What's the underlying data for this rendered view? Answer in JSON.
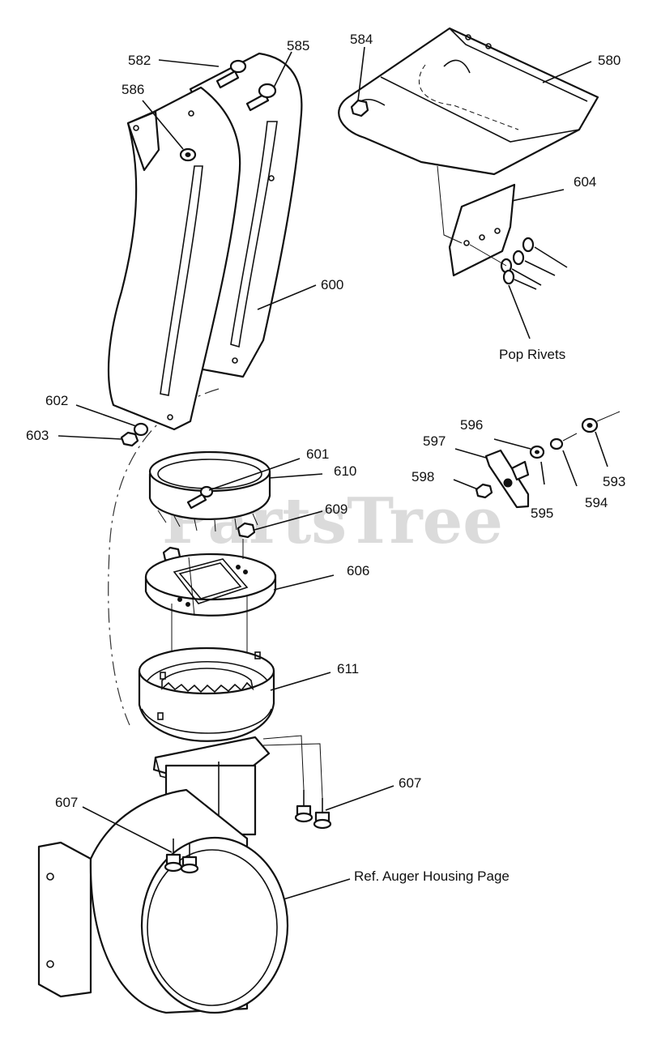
{
  "watermark": "PartsTree",
  "labels": {
    "p580": "580",
    "p582": "582",
    "p584": "584",
    "p585": "585",
    "p586": "586",
    "p593": "593",
    "p594": "594",
    "p595": "595",
    "p596": "596",
    "p597": "597",
    "p598": "598",
    "p600": "600",
    "p601": "601",
    "p602": "602",
    "p603": "603",
    "p604": "604",
    "p606": "606",
    "p607a": "607",
    "p607b": "607",
    "p609": "609",
    "p610": "610",
    "p611": "611",
    "pop_rivets": "Pop Rivets",
    "ref_auger": "Ref. Auger Housing Page"
  }
}
